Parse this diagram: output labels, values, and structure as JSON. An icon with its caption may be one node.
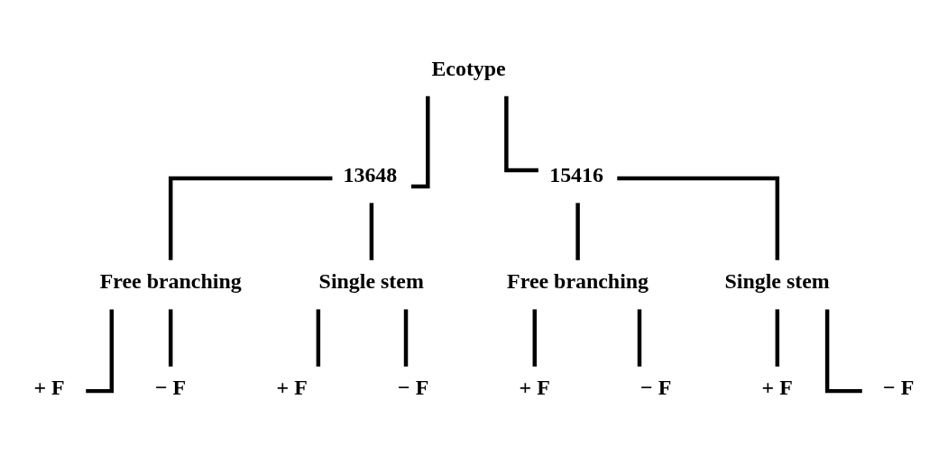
{
  "diagram": {
    "nodes": [
      {
        "text": [
          "Ecotype"
        ]
      },
      {
        "text": [
          "13648"
        ]
      },
      {
        "text": [
          "15416"
        ]
      },
      {
        "text": [
          "Free branching"
        ]
      },
      {
        "text": [
          "Single stem"
        ]
      },
      {
        "text": [
          "Free branching"
        ]
      },
      {
        "text": [
          "Single stem"
        ]
      },
      {
        "text": [
          "+ F"
        ]
      },
      {
        "text": [
          "− F"
        ]
      },
      {
        "text": [
          "+ F"
        ]
      },
      {
        "text": [
          "− F"
        ]
      },
      {
        "text": [
          "+ F"
        ]
      },
      {
        "text": [
          "− F"
        ]
      },
      {
        "text": [
          "+ F"
        ]
      },
      {
        "text": [
          "− F"
        ]
      }
    ],
    "edges": [
      {
        "from": 0,
        "to": 1,
        "arrow": "none"
      },
      {
        "from": 0,
        "to": 2,
        "arrow": "none"
      },
      {
        "from": 1,
        "to": 3,
        "arrow": "none"
      },
      {
        "from": 1,
        "to": 4,
        "arrow": "none"
      },
      {
        "from": 2,
        "to": 5,
        "arrow": "none"
      },
      {
        "from": 2,
        "to": 6,
        "arrow": "none"
      },
      {
        "from": 3,
        "to": 7,
        "arrow": "none"
      },
      {
        "from": 3,
        "to": 8,
        "arrow": "none"
      },
      {
        "from": 4,
        "to": 9,
        "arrow": "none"
      },
      {
        "from": 4,
        "to": 10,
        "arrow": "none"
      },
      {
        "from": 5,
        "to": 11,
        "arrow": "none"
      },
      {
        "from": 5,
        "to": 12,
        "arrow": "none"
      },
      {
        "from": 6,
        "to": 13,
        "arrow": "none"
      },
      {
        "from": 6,
        "to": 14,
        "arrow": "none"
      }
    ]
  }
}
